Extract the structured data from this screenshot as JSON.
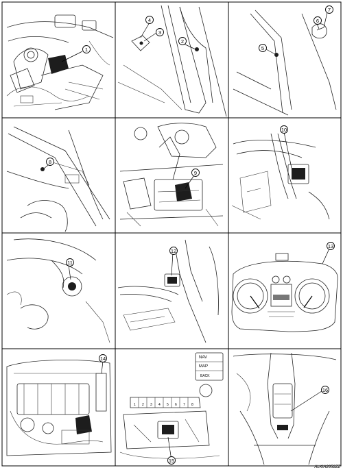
{
  "callouts": [
    "1",
    "2",
    "3",
    "4",
    "5",
    "6",
    "7",
    "8",
    "9",
    "10",
    "11",
    "12",
    "13",
    "14",
    "15",
    "16"
  ],
  "panel_labels": {
    "nav": "NAV",
    "map": "MAP",
    "back": "BACK",
    "fuse_numbers": [
      "1",
      "2",
      "3",
      "4",
      "5",
      "6",
      "7",
      "8"
    ]
  },
  "figure_code": "ALKIA2652ZZ"
}
